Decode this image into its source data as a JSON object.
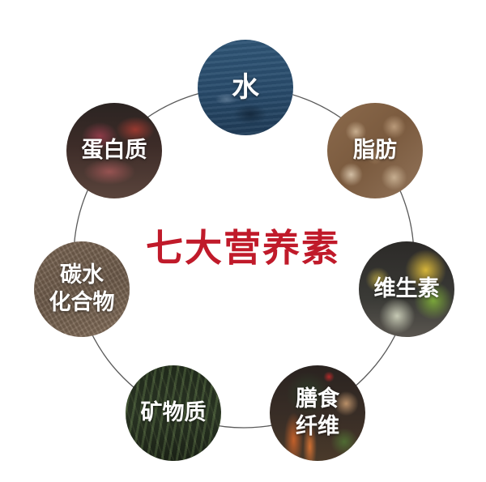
{
  "title": {
    "text": "七大营养素",
    "color": "#c01a2a"
  },
  "connector": {
    "shape": "circle",
    "stroke_color": "#555555"
  },
  "nodes": [
    {
      "id": "water",
      "label": "水",
      "base_color": "#2b4e6e"
    },
    {
      "id": "fat",
      "label": "脂肪",
      "base_color": "#8b6a4c"
    },
    {
      "id": "vitamin",
      "label": "维生素",
      "base_color": "#3a3a36"
    },
    {
      "id": "fiber",
      "label": "膳食\n纤维",
      "base_color": "#3b2f27"
    },
    {
      "id": "mineral",
      "label": "矿物质",
      "base_color": "#2f3b28"
    },
    {
      "id": "carbs",
      "label": "碳水\n化合物",
      "base_color": "#7b6654"
    },
    {
      "id": "protein",
      "label": "蛋白质",
      "base_color": "#3d2c28"
    }
  ]
}
